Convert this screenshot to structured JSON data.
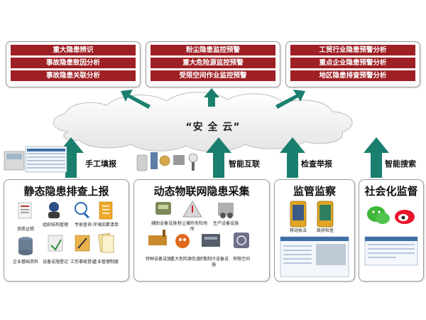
{
  "top_groups": [
    {
      "items": [
        "重大隐患辨识",
        "事故隐患致因分析",
        "事故隐患关联分析"
      ]
    },
    {
      "items": [
        "粉尘隐患监控预警",
        "重大危险源监控预警",
        "受限空间作业监控预警"
      ]
    },
    {
      "items": [
        "工贸行业隐患预警分析",
        "重点企业隐患预警分析",
        "地区隐患排查预警分析"
      ]
    }
  ],
  "cloud": {
    "label": "“安 全 云”"
  },
  "arrow_labels": [
    "手工填报",
    "智能互联",
    "检查举报",
    "智能搜索"
  ],
  "bottom_groups": [
    {
      "title": "静态隐患排查上报",
      "captions": [
        "资质证照",
        "组织结构管理",
        "专家查询",
        "环境因素清单",
        "企业基础资料",
        "设备设施登记",
        "工伤事故登记",
        "企业管理制度"
      ]
    },
    {
      "title": "动态物联网隐患采集",
      "captions": [
        "辅助设备设施",
        "粉尘爆炸危险场所",
        "生产设备设施",
        "特种设备设施",
        "重大危险源信息",
        "涉氨制冷设备设施",
        "有限空间"
      ]
    },
    {
      "title": "监管监察",
      "captions": [
        "移动执法",
        "政府检查"
      ]
    },
    {
      "title": "社会化监督",
      "captions": []
    }
  ],
  "colors": {
    "bar": "#9e1f24",
    "arrow": "#1a7f6e",
    "cloud_fill": "#f2f2f2"
  }
}
